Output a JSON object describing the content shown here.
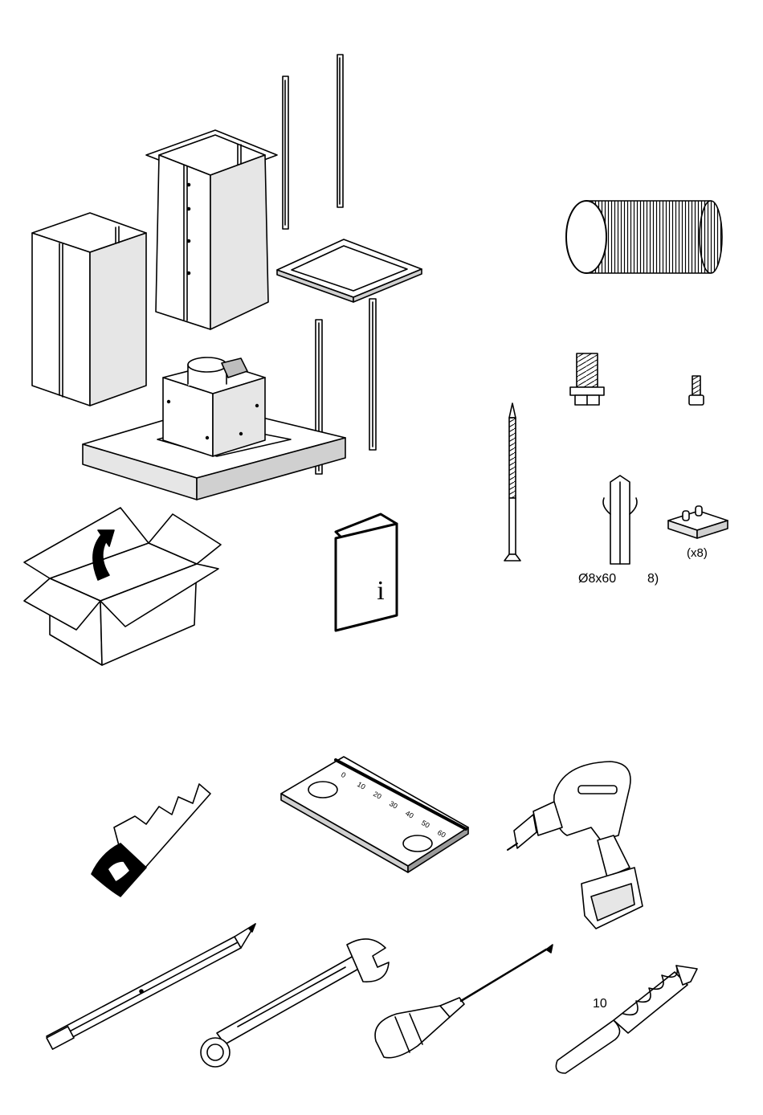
{
  "labels": {
    "wall_plug_size": "Ø8x60",
    "wall_plug_count": "8)",
    "spacer_count": "(x8)",
    "drill_bit_size": "10",
    "manual_symbol": "i"
  },
  "ruler": {
    "scale_numbers": [
      "0",
      "10",
      "20",
      "30",
      "40",
      "50",
      "60"
    ]
  },
  "colors": {
    "line": "#000000",
    "fill": "#ffffff",
    "shade_light": "#e6e6e6",
    "shade_mid": "#d0d0d0",
    "shade_dark": "#9a9a9a"
  }
}
